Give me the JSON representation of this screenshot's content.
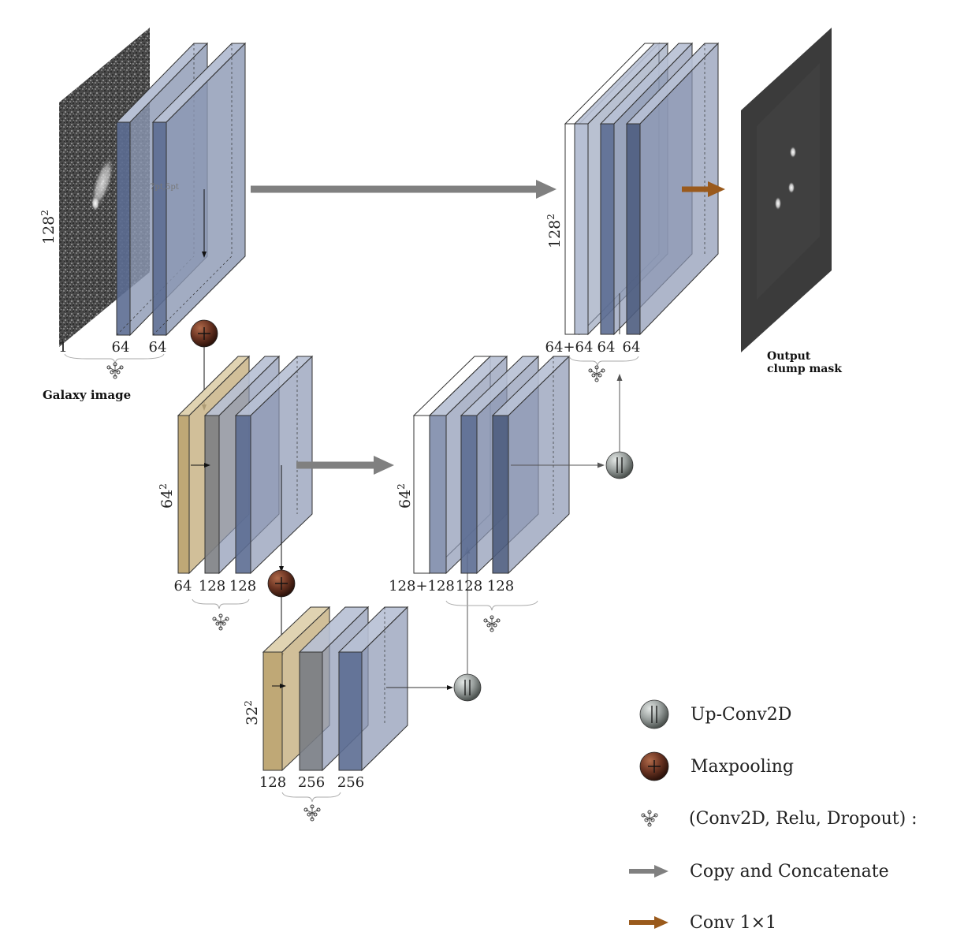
{
  "figure": {
    "stray_label": "7pt,5pt",
    "encoder": {
      "level1": {
        "size_label": "128",
        "size_exp": "2",
        "channels": [
          "1",
          "64",
          "64"
        ],
        "caption": "Galaxy image"
      },
      "level2": {
        "size_label": "64",
        "size_exp": "2",
        "channels": [
          "64",
          "128",
          "128"
        ]
      },
      "level3": {
        "size_label": "32",
        "size_exp": "2",
        "channels": [
          "128",
          "256",
          "256"
        ]
      }
    },
    "decoder": {
      "level2": {
        "size_label": "64",
        "size_exp": "2",
        "channels": [
          "128+128",
          "128",
          "128"
        ]
      },
      "level1": {
        "size_label": "128",
        "size_exp": "2",
        "channels": [
          "64+64",
          "64",
          "64"
        ]
      }
    },
    "output": {
      "caption_line1": "Output",
      "caption_line2": "clump mask"
    }
  },
  "legend": {
    "items": [
      {
        "icon": "up-conv-sphere",
        "label": "Up-Conv2D"
      },
      {
        "icon": "maxpool-sphere",
        "label": "Maxpooling"
      },
      {
        "icon": "conv-block-glyph",
        "label": "(Conv2D, Relu, Dropout) :"
      },
      {
        "icon": "gray-arrow",
        "label": "Copy and Concatenate"
      },
      {
        "icon": "brown-arrow",
        "label": "Conv 1×1"
      }
    ]
  },
  "colors": {
    "layer_fill": "#8b97b3",
    "layer_dark": "#4e5d80",
    "pool_fill": "#c9b487",
    "skip_arrow": "#808080",
    "conv1x1_arrow": "#9a5a1c",
    "maxpool_sphere": "#6b3422",
    "upconv_sphere": "#9aa09e"
  }
}
